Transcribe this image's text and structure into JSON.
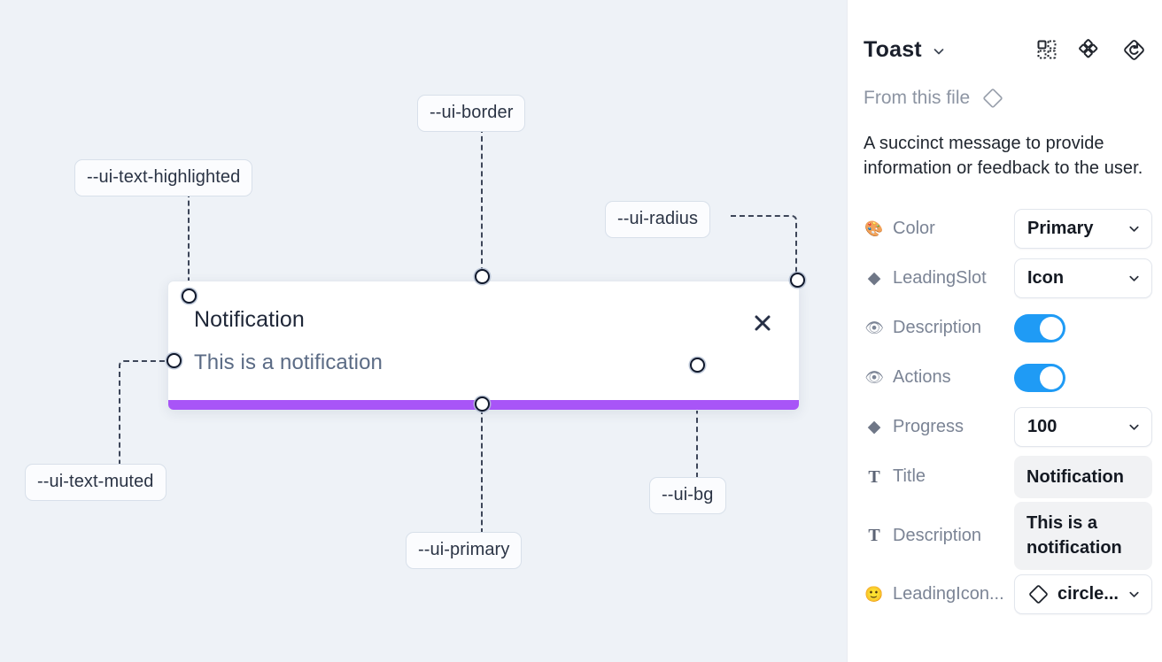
{
  "canvas": {
    "toast": {
      "title": "Notification",
      "description": "This is a notification",
      "close_icon": "close-icon",
      "progress_color": "#a855f7",
      "background": "#ffffff",
      "border_color": "#e4e9f0"
    },
    "annotations": [
      {
        "id": "ui-text-highlighted",
        "label": "--ui-text-highlighted"
      },
      {
        "id": "ui-border",
        "label": "--ui-border"
      },
      {
        "id": "ui-radius",
        "label": "--ui-radius"
      },
      {
        "id": "ui-text-muted",
        "label": "--ui-text-muted"
      },
      {
        "id": "ui-primary",
        "label": "--ui-primary"
      },
      {
        "id": "ui-bg",
        "label": "--ui-bg"
      }
    ],
    "background": "#eef2f7"
  },
  "panel": {
    "title": "Toast",
    "title_chevron_icon": "chevron-down-icon",
    "header_icons": [
      {
        "name": "component-grid-icon"
      },
      {
        "name": "variants-cluster-icon"
      },
      {
        "name": "reset-diamond-icon"
      }
    ],
    "from_this_file": {
      "label": "From this file",
      "icon": "diamond-icon"
    },
    "description": "A succinct message to provide information or feedback to the user.",
    "properties": [
      {
        "icon": "palette-emoji",
        "glyph": "🎨",
        "label": "Color",
        "type": "select",
        "value": "Primary"
      },
      {
        "icon": "diamond-filled-icon",
        "glyph": "◆",
        "label": "LeadingSlot",
        "type": "select",
        "value": "Icon"
      },
      {
        "icon": "eye-emoji",
        "glyph": "👁",
        "label": "Description",
        "type": "toggle",
        "value": "on"
      },
      {
        "icon": "eye-emoji",
        "glyph": "👁",
        "label": "Actions",
        "type": "toggle",
        "value": "on"
      },
      {
        "icon": "diamond-filled-icon",
        "glyph": "◆",
        "label": "Progress",
        "type": "select",
        "value": "100"
      },
      {
        "icon": "text-type-icon",
        "glyph": "T",
        "label": "Title",
        "type": "text",
        "value": "Notification"
      },
      {
        "icon": "text-type-icon",
        "glyph": "T",
        "label": "Description",
        "type": "text",
        "value": "This is a notification"
      },
      {
        "icon": "smiley-emoji",
        "glyph": "🙂",
        "label": "LeadingIcon...",
        "type": "icon-select",
        "value": "circle..."
      }
    ],
    "accent_toggle_color": "#1f9bf5"
  }
}
